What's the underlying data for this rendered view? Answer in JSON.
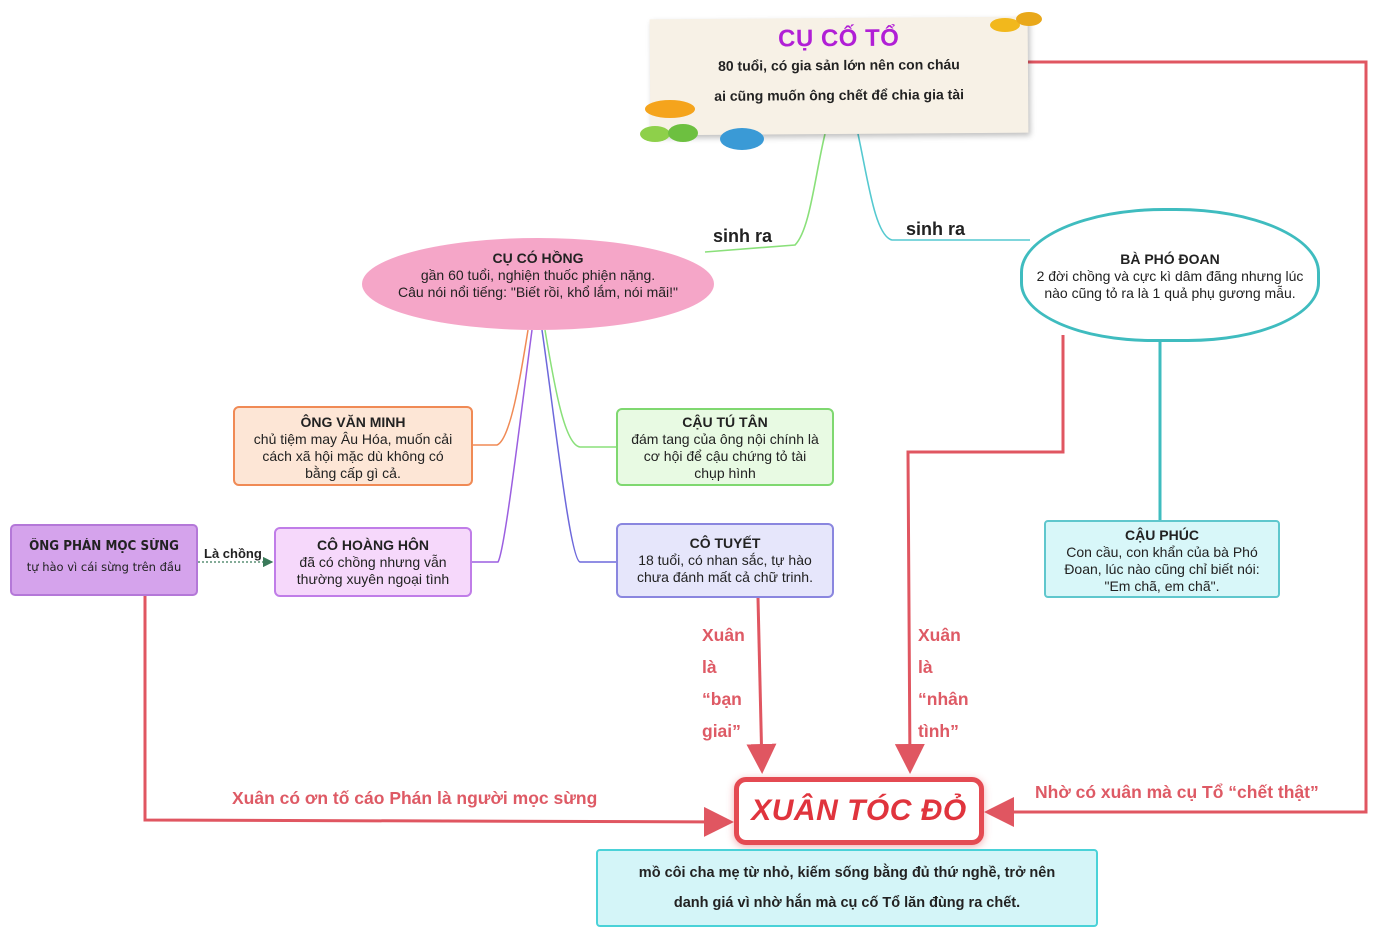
{
  "top": {
    "title": "CỤ CỐ TỔ",
    "line1": "80 tuổi, có gia sản lớn nên con cháu",
    "line2": "ai cũng muốn ông chết để chia gia tài"
  },
  "edges": {
    "sinh_ra_left": "sinh ra",
    "sinh_ra_right": "sinh ra",
    "la_chong": "Là chồng",
    "xuan_ban_giai": [
      "Xuân",
      "là",
      "“bạn",
      "giai”"
    ],
    "xuan_nhan_tinh": [
      "Xuân",
      "là",
      "“nhân",
      "tình”"
    ],
    "xuan_to_cao": "Xuân có ơn tố cáo Phán là người mọc sừng",
    "nho_co_xuan": "Nhờ có xuân mà cụ Tổ “chết thật”"
  },
  "nodes": {
    "hong": {
      "title": "CỤ CÓ HỒNG",
      "lines": [
        "gần 60 tuổi, nghiện thuốc phiện nặng.",
        "Câu nói nổi tiếng: \"Biết rồi, khổ lắm, nói mãi!\""
      ]
    },
    "doan": {
      "title": "BÀ PHÓ ĐOAN",
      "lines": [
        "2 đời chồng và cực kì dâm đãng nhưng lúc",
        "nào cũng tỏ ra là 1 quả phụ gương mẫu."
      ]
    },
    "minh": {
      "title": "ÔNG VĂN MINH",
      "lines": [
        "chủ tiệm may Âu Hóa, muốn cải",
        "cách xã hội mặc dù không có",
        "bằng cấp gì cả."
      ]
    },
    "tan": {
      "title": "CẬU TÚ TÂN",
      "lines": [
        "đám tang của ông nội chính là",
        "cơ hội để cậu chứng tỏ tài",
        "chụp hình"
      ]
    },
    "hon": {
      "title": "CÔ HOÀNG HÔN",
      "lines": [
        "đã có chồng nhưng vẫn",
        "thường xuyên ngoại tình"
      ]
    },
    "tuyet": {
      "title": "CÔ TUYẾT",
      "lines": [
        "18 tuổi, có nhan sắc, tự hào",
        "chưa đánh mất cả chữ trinh."
      ]
    },
    "phuc": {
      "title": "CẬU PHÚC",
      "lines": [
        "Con cầu, con khẩn của bà Phó",
        "Đoan, lúc nào cũng chỉ biết nói:",
        "\"Em chã, em chã\"."
      ]
    },
    "phan": {
      "title": "ÔNG PHÁN MỌC SỪNG",
      "lines": [
        "tự hào vì cái sừng trên đầu"
      ]
    },
    "xuan": {
      "title": "XUÂN TÓC ĐỎ",
      "lines": [
        "mồ côi cha mẹ từ nhỏ, kiếm sống bằng đủ thứ nghề, trở nên",
        "danh giá vì nhờ hắn mà cụ cố Tổ lăn đùng ra chết."
      ]
    }
  },
  "colors": {
    "accent_red": "#e44a52",
    "title_purple": "#b11fd6",
    "teal": "#3fbcbf"
  }
}
